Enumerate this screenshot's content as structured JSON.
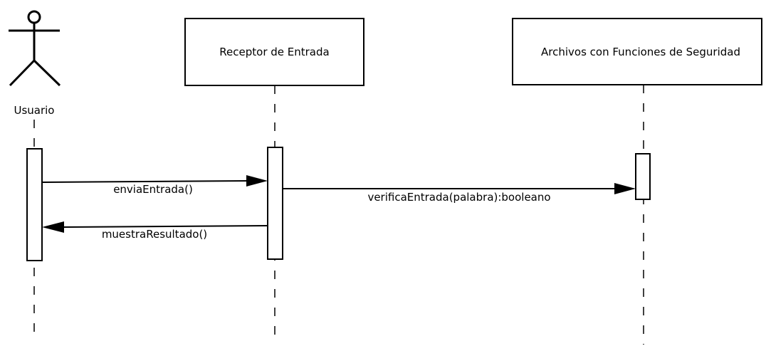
{
  "diagram": {
    "type": "sequence",
    "participants": {
      "user": {
        "label": "Usuario",
        "kind": "actor"
      },
      "receptor": {
        "label": "Receptor de Entrada",
        "kind": "object"
      },
      "archivos": {
        "label": "Archivos con Funciones de Seguridad",
        "kind": "object"
      }
    },
    "messages": [
      {
        "from": "Usuario",
        "to": "Receptor de Entrada",
        "label": "enviaEntrada()"
      },
      {
        "from": "Receptor de Entrada",
        "to": "Archivos con Funciones de Seguridad",
        "label": "verificaEntrada(palabra):booleano"
      },
      {
        "from": "Receptor de Entrada",
        "to": "Usuario",
        "label": "muestraResultado()"
      }
    ],
    "colors": {
      "stroke": "#000000",
      "fill": "#ffffff",
      "text": "#000000"
    }
  }
}
